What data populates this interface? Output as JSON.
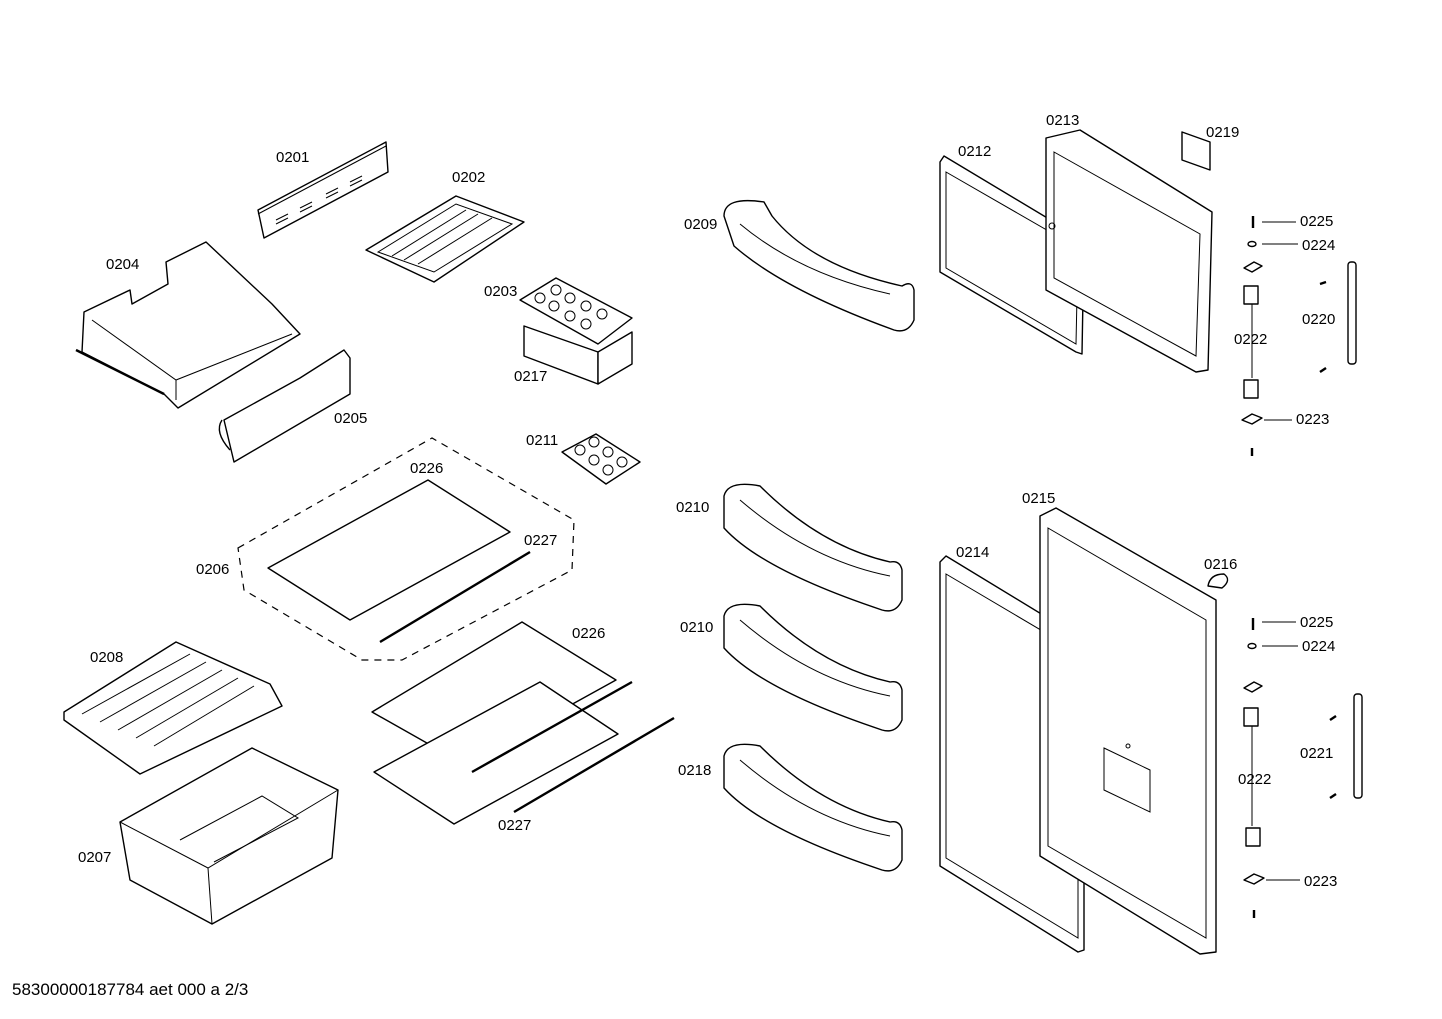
{
  "footer": {
    "doc_id": "58300000187784 aet 000 a 2/3"
  },
  "parts": {
    "p0201": "0201",
    "p0202": "0202",
    "p0203": "0203",
    "p0204": "0204",
    "p0205": "0205",
    "p0206": "0206",
    "p0207": "0207",
    "p0208": "0208",
    "p0209": "0209",
    "p0210a": "0210",
    "p0210b": "0210",
    "p0211": "0211",
    "p0212": "0212",
    "p0213": "0213",
    "p0214": "0214",
    "p0215": "0215",
    "p0216": "0216",
    "p0217": "0217",
    "p0218": "0218",
    "p0219": "0219",
    "p0220": "0220",
    "p0221": "0221",
    "p0222a": "0222",
    "p0222b": "0222",
    "p0223a": "0223",
    "p0223b": "0223",
    "p0224a": "0224",
    "p0224b": "0224",
    "p0225a": "0225",
    "p0225b": "0225",
    "p0226a": "0226",
    "p0226b": "0226",
    "p0227a": "0227",
    "p0227b": "0227"
  }
}
